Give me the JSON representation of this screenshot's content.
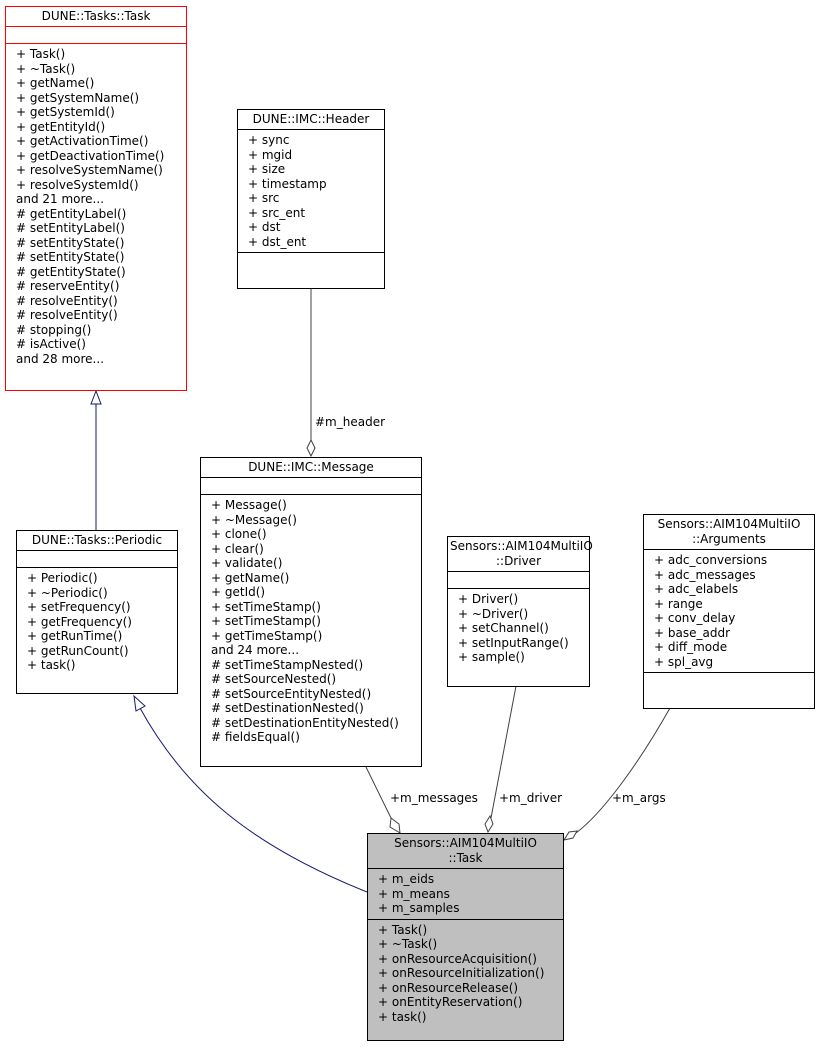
{
  "classes": {
    "task_base": {
      "title_lines": [
        "DUNE::Tasks::Task"
      ],
      "attributes": [],
      "methods": [
        "+ Task()",
        "+ ~Task()",
        "+ getName()",
        "+ getSystemName()",
        "+ getSystemId()",
        "+ getEntityId()",
        "+ getActivationTime()",
        "+ getDeactivationTime()",
        "+ resolveSystemName()",
        "+ resolveSystemId()",
        "and 21 more...",
        "# getEntityLabel()",
        "# setEntityLabel()",
        "# setEntityState()",
        "# setEntityState()",
        "# getEntityState()",
        "# reserveEntity()",
        "# resolveEntity()",
        "# resolveEntity()",
        "# stopping()",
        "# isActive()",
        "and 28 more..."
      ]
    },
    "header": {
      "title_lines": [
        "DUNE::IMC::Header"
      ],
      "attributes": [
        "+ sync",
        "+ mgid",
        "+ size",
        "+ timestamp",
        "+ src",
        "+ src_ent",
        "+ dst",
        "+ dst_ent"
      ],
      "methods": []
    },
    "periodic": {
      "title_lines": [
        "DUNE::Tasks::Periodic"
      ],
      "attributes": [],
      "methods": [
        "+ Periodic()",
        "+ ~Periodic()",
        "+ setFrequency()",
        "+ getFrequency()",
        "+ getRunTime()",
        "+ getRunCount()",
        "+ task()"
      ]
    },
    "message": {
      "title_lines": [
        "DUNE::IMC::Message"
      ],
      "attributes": [],
      "methods": [
        "+ Message()",
        "+ ~Message()",
        "+ clone()",
        "+ clear()",
        "+ validate()",
        "+ getName()",
        "+ getId()",
        "+ setTimeStamp()",
        "+ setTimeStamp()",
        "+ getTimeStamp()",
        "and 24 more...",
        "# setTimeStampNested()",
        "# setSourceNested()",
        "# setSourceEntityNested()",
        "# setDestinationNested()",
        "# setDestinationEntityNested()",
        "# fieldsEqual()"
      ]
    },
    "driver": {
      "title_lines": [
        "Sensors::AIM104MultiIO",
        "::Driver"
      ],
      "attributes": [],
      "methods": [
        "+ Driver()",
        "+ ~Driver()",
        "+ setChannel()",
        "+ setInputRange()",
        "+ sample()"
      ]
    },
    "arguments": {
      "title_lines": [
        "Sensors::AIM104MultiIO",
        "::Arguments"
      ],
      "attributes": [
        "+ adc_conversions",
        "+ adc_messages",
        "+ adc_elabels",
        "+ range",
        "+ conv_delay",
        "+ base_addr",
        "+ diff_mode",
        "+ spl_avg"
      ],
      "methods": []
    },
    "task": {
      "title_lines": [
        "Sensors::AIM104MultiIO",
        "::Task"
      ],
      "attributes": [
        "+ m_eids",
        "+ m_means",
        "+ m_samples"
      ],
      "methods": [
        "+ Task()",
        "+ ~Task()",
        "+ onResourceAcquisition()",
        "+ onResourceInitialization()",
        "+ onResourceRelease()",
        "+ onEntityReservation()",
        "+ task()"
      ]
    }
  },
  "edge_labels": {
    "header": "#m_header",
    "messages": "+m_messages",
    "driver": "+m_driver",
    "args": "+m_args"
  },
  "colors": {
    "inheritance": "#191970",
    "association": "#404040",
    "base_border": "#ff0000",
    "focus_fill": "#bfbfbf"
  }
}
